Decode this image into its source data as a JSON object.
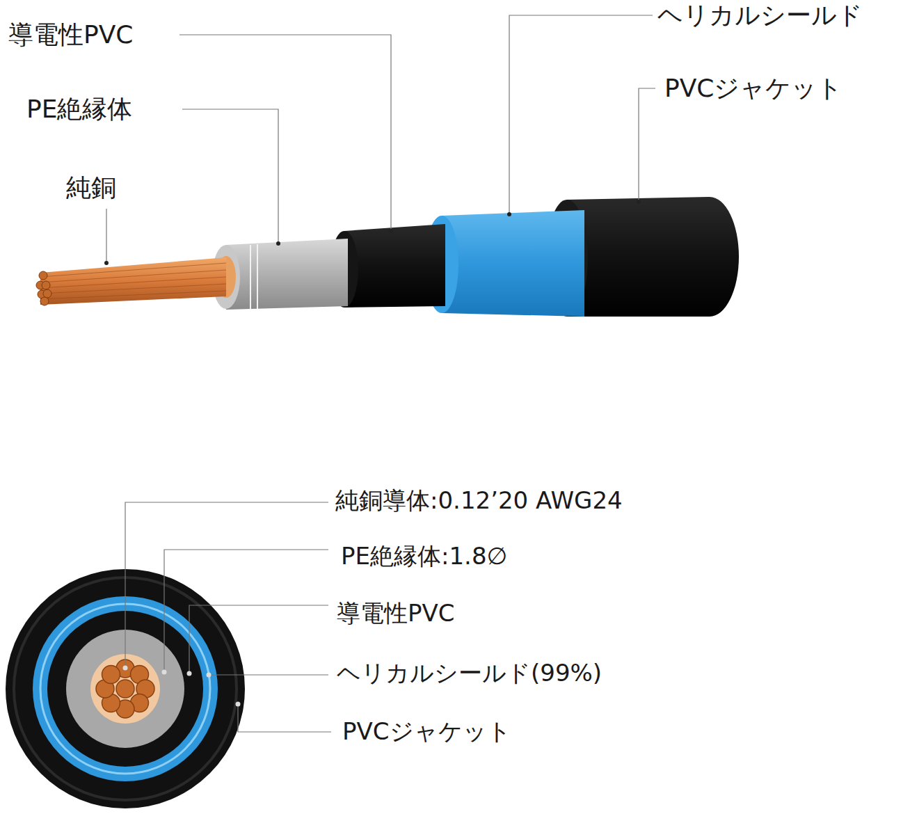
{
  "diagram": {
    "labels": [
      "導電性PVC",
      "PE絶縁体",
      "純銅",
      "ヘリカルシールド",
      "PVCジャケット",
      "純銅導体:0.12’20 AWG24",
      "PE絶縁体:1.8∅",
      "導電性PVC",
      "ヘリカルシールド(99%)",
      "PVCジャケット"
    ]
  }
}
